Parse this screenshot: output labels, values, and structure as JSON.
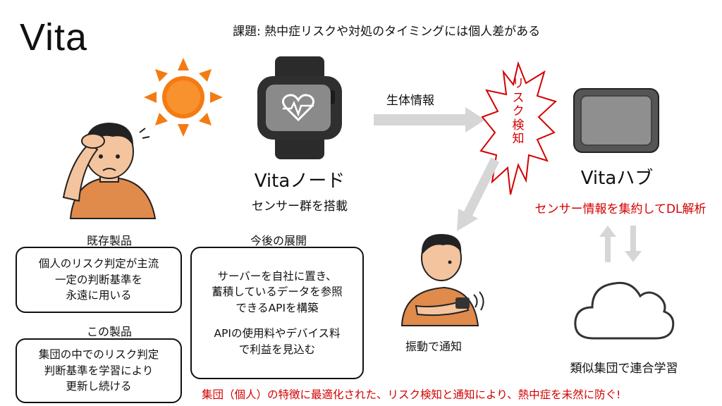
{
  "title": "Vita",
  "issue": "課題: 熱中症リスクや対処のタイミングには個人差がある",
  "node": {
    "title": "Vitaノード",
    "subtitle": "センサー群を搭載"
  },
  "flow_label": "生体情報",
  "risk_badge": "リスク検知",
  "hub": {
    "title": "Vitaハブ",
    "subtitle": "センサー情報を集約してDL解析"
  },
  "notify_label": "振動で通知",
  "cloud_label": "類似集団で連合学習",
  "existing": {
    "heading": "既存製品",
    "lines": [
      "個人のリスク判定が主流",
      "一定の判断基準を",
      "永遠に用いる"
    ]
  },
  "this_product": {
    "heading": "この製品",
    "lines": [
      "集団の中でのリスク判定",
      "判断基準を学習により",
      "更新し続ける"
    ]
  },
  "future": {
    "heading": "今後の展開",
    "lines": [
      "サーバーを自社に置き、",
      "蓄積しているデータを参照",
      "できるAPIを構築",
      "",
      "APIの使用料やデバイス料",
      "で利益を見込む"
    ]
  },
  "footer": "集団（個人）の特徴に最適化された、リスク検知と通知により、熱中症を未然に防ぐ!",
  "colors": {
    "accent_red": "#d40000",
    "sun": "#f47b12",
    "arrow": "#d6d6d6",
    "skin": "#f4c49e",
    "shirt": "#e08a4c"
  },
  "icons": [
    "sun-icon",
    "worried-person-icon",
    "smartwatch-icon",
    "hub-device-icon",
    "cloud-icon",
    "person-checking-watch-icon"
  ]
}
